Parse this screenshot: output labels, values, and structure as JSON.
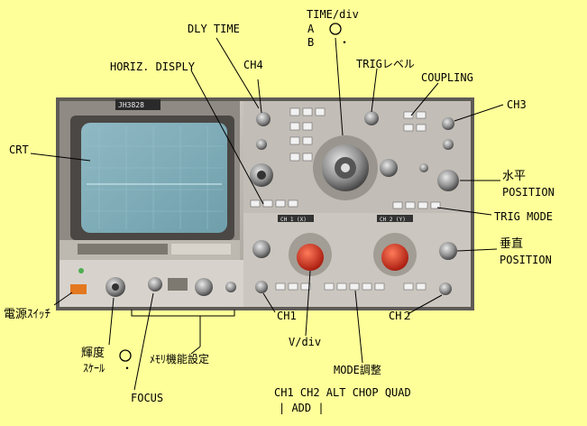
{
  "labels": {
    "dly_time": "DLY TIME",
    "time_div": "TIME/div",
    "time_a": "A",
    "time_b": "B",
    "time_b_dot": "・",
    "horiz_disply": "HORIZ. DISPLY",
    "ch4": "CH4",
    "trig_level": "TRIGレベル",
    "coupling": "COUPLING",
    "crt": "CRT",
    "ch3": "CH3",
    "suihei": "水平",
    "position1": "POSITION",
    "trig_mode": "TRIG MODE",
    "suichoku": "垂直",
    "position2": "POSITION",
    "power_switch": "電源ｽｲｯﾁ",
    "ch1": "CH1",
    "ch2": "CH２",
    "vdiv": "V/div",
    "kido": "輝度",
    "scale": "ｽｹｰﾙ",
    "scale_dot": "・",
    "memory_settings": "ﾒﾓﾘ機能設定",
    "mode_adjust": "MODE調整",
    "focus": "FOCUS",
    "mode_options": "CH1 CH2  ALT  CHOP  QUAD",
    "add_label": "| ADD |"
  },
  "instrument": {
    "model_tag": "JH3828",
    "panel_ch1_tag": "CH 1 (X)",
    "panel_ch2_tag": "CH 2 (Y)"
  }
}
